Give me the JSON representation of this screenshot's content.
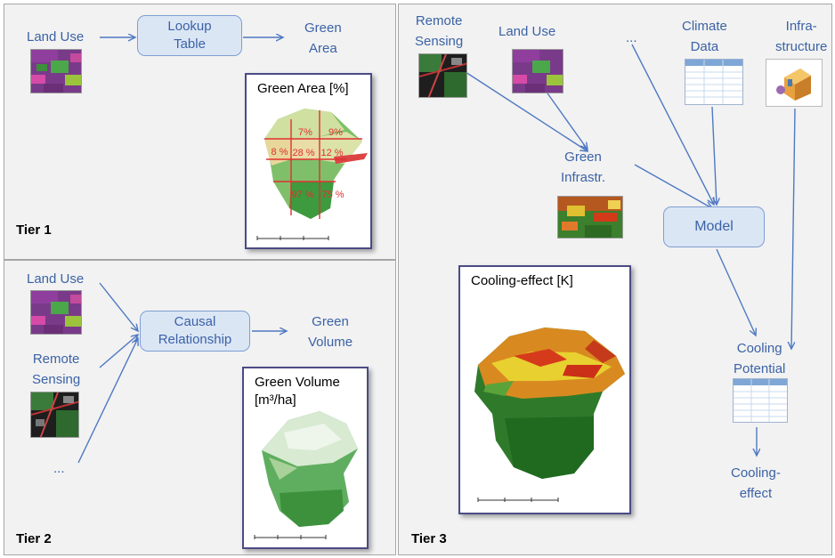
{
  "tier1": {
    "label": "Tier 1",
    "land_use": "Land Use",
    "box": [
      "Lookup",
      "Table"
    ],
    "green_area": [
      "Green",
      "Area"
    ],
    "map_title": "Green Area [%]",
    "map_values": [
      "7%",
      "9%",
      "8 %",
      "28 %",
      "12 %",
      "97 %",
      "75 %"
    ]
  },
  "tier2": {
    "label": "Tier 2",
    "land_use": "Land Use",
    "remote_sensing": [
      "Remote",
      "Sensing"
    ],
    "ellipsis": "...",
    "box": [
      "Causal",
      "Relationship"
    ],
    "green_volume": [
      "Green",
      "Volume"
    ],
    "map_title_line1": "Green Volume",
    "map_title_line2": "[m³/ha]"
  },
  "tier3": {
    "label": "Tier 3",
    "remote_sensing": [
      "Remote",
      "Sensing"
    ],
    "land_use": "Land Use",
    "ellipsis": "...",
    "climate_data": [
      "Climate",
      "Data"
    ],
    "infrastructure": [
      "Infra-",
      "structure"
    ],
    "green_infrastr": [
      "Green",
      "Infrastr."
    ],
    "model": "Model",
    "map_title": "Cooling-effect [K]",
    "cooling_potential": [
      "Cooling",
      "Potential"
    ],
    "cooling_effect": [
      "Cooling-",
      "effect"
    ]
  },
  "colors": {
    "accent": "#3b62a6",
    "box_fill": "#dbe6f5",
    "panel": "#f2f2f2",
    "map_frame": "#4b4b86",
    "value_red": "#e03030"
  }
}
